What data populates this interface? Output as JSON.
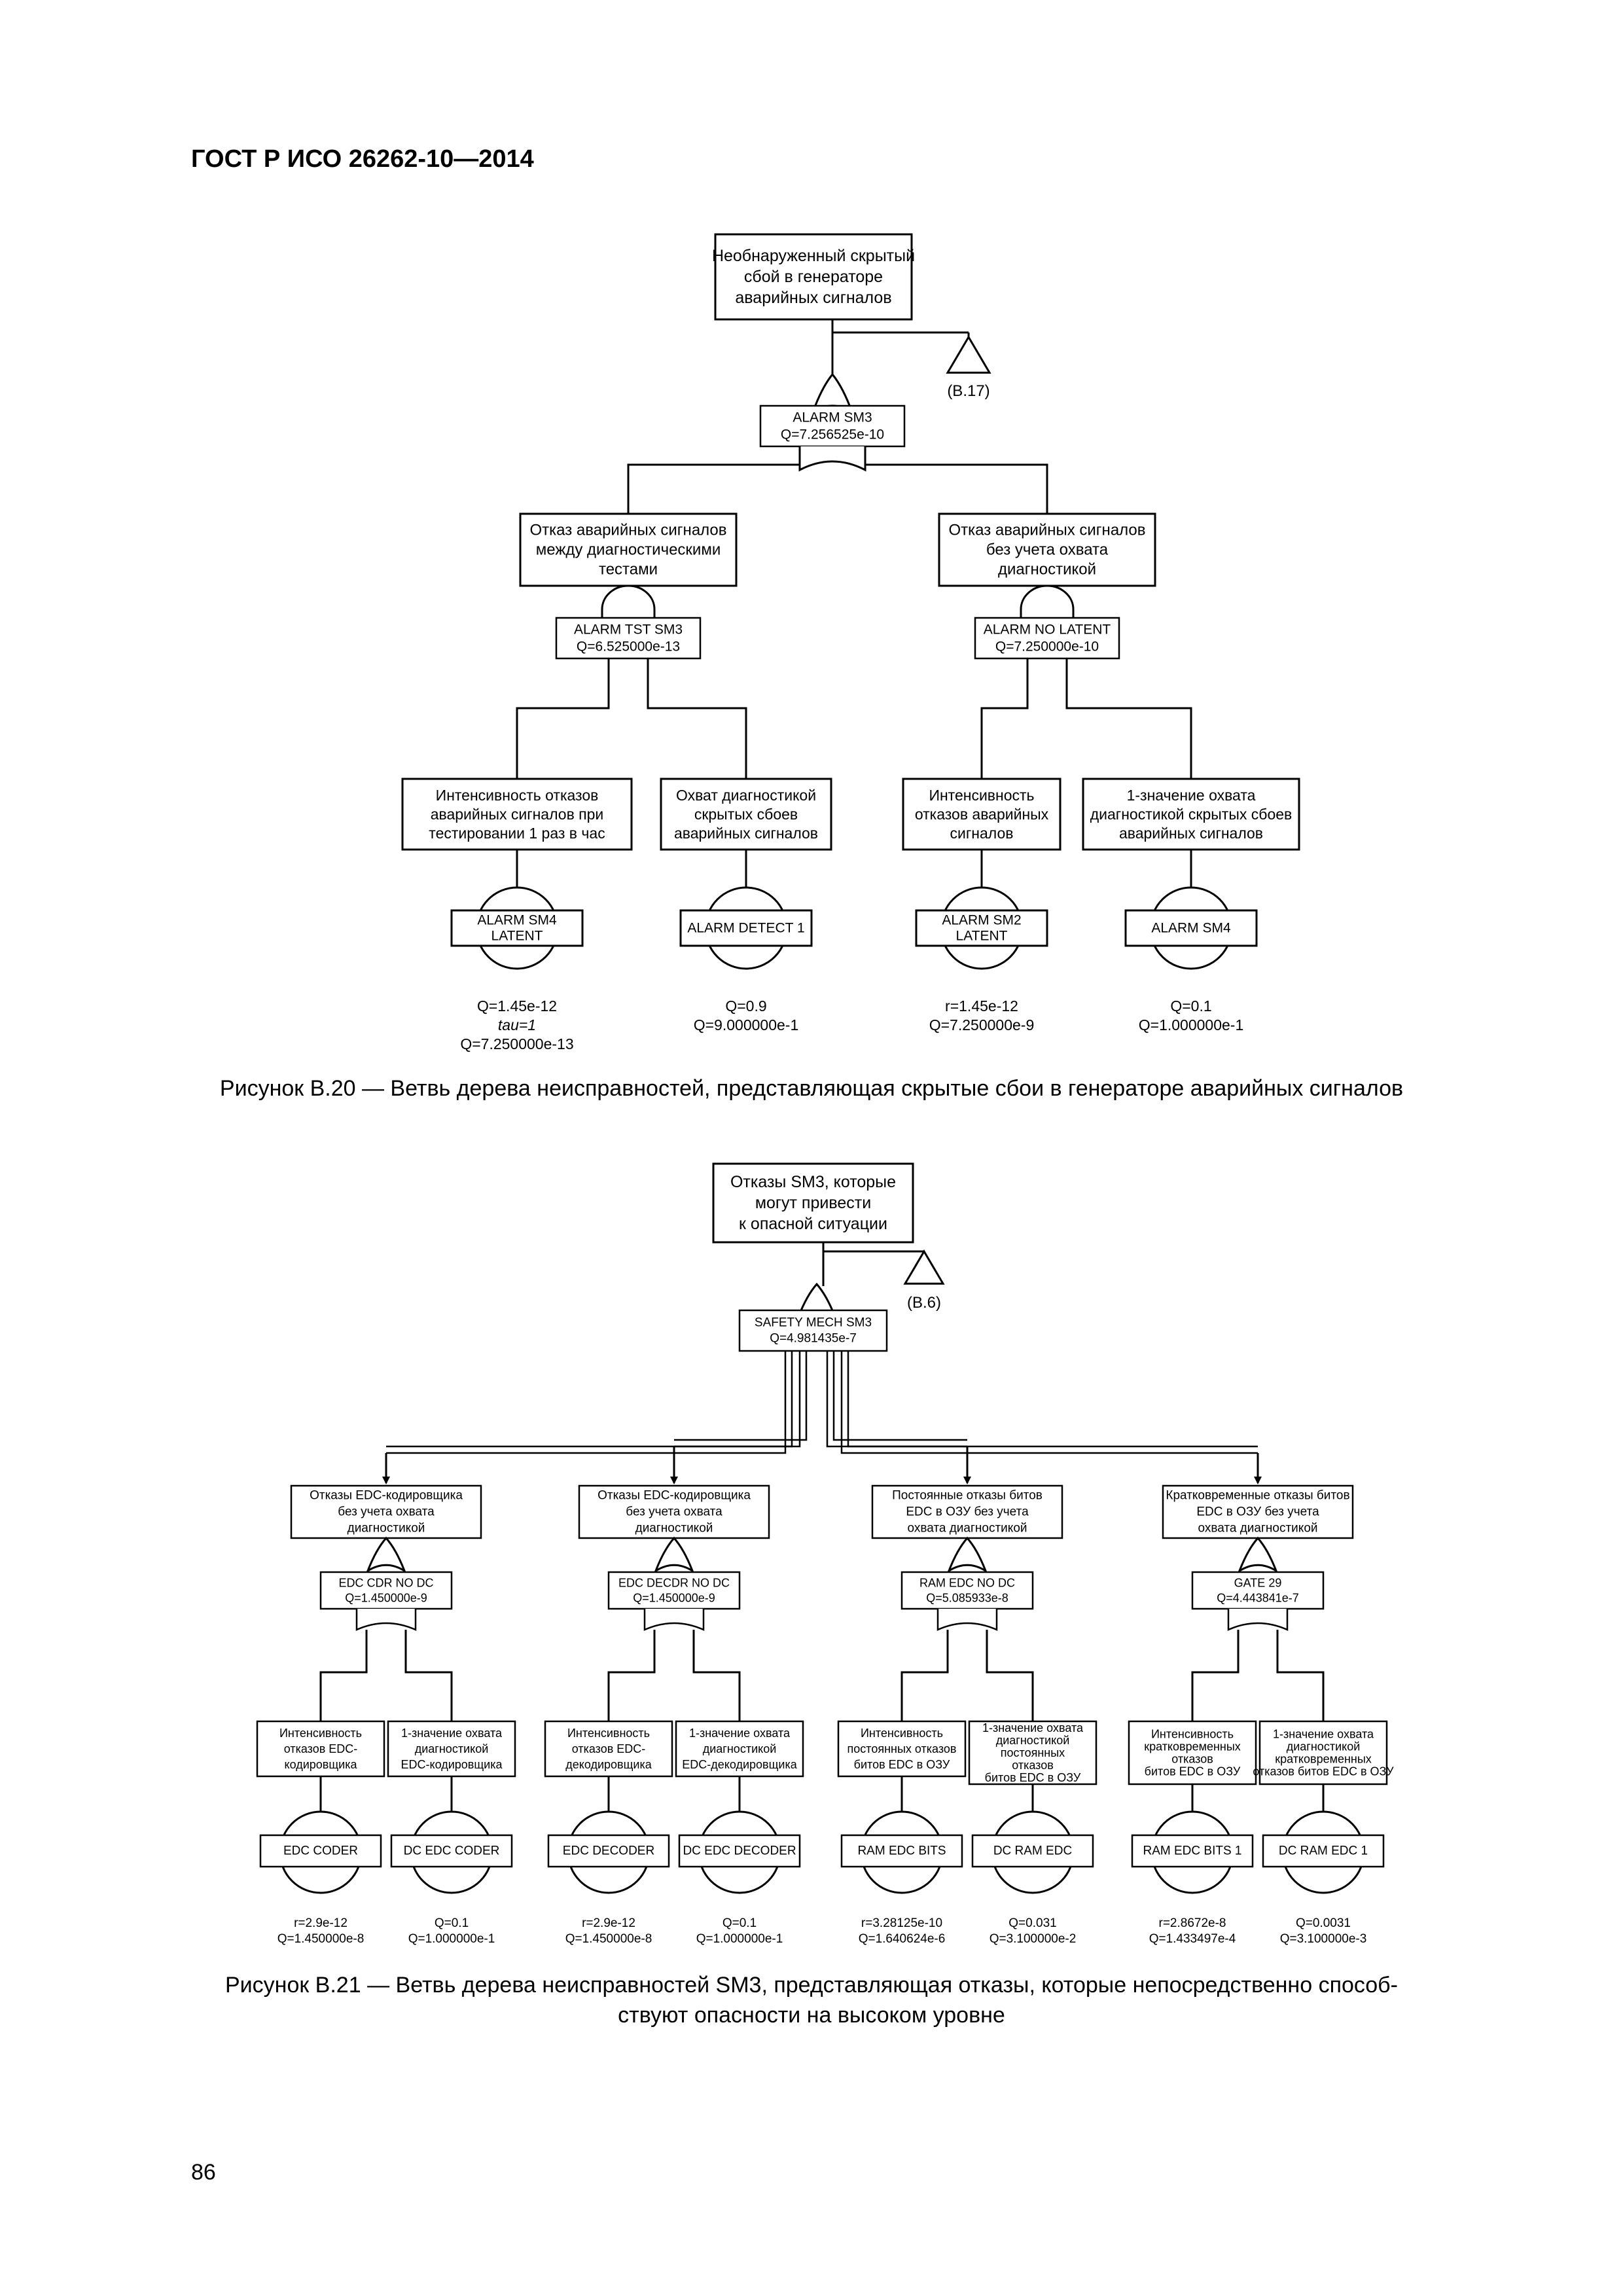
{
  "header": {
    "doc_id": "ГОСТ Р ИСО 26262-10—2014"
  },
  "page_number": "86",
  "figure_b20": {
    "caption": "Рисунок В.20 — Ветвь дерева неисправностей, представляющая скрытые сбои в генераторе аварийных сигналов",
    "top_event": [
      "Необнаруженный скрытый",
      "сбой в генераторе",
      "аварийных сигналов"
    ],
    "transfer": "(B.17)",
    "gate": [
      "ALARM SM3",
      "Q=7.256525e-10"
    ],
    "branches": [
      {
        "event": [
          "Отказ аварийных сигналов",
          "между диагностическими",
          "тестами"
        ],
        "gate": [
          "ALARM TST SM3",
          "Q=6.525000e-13"
        ],
        "leaves": [
          {
            "event": [
              "Интенсивность отказов",
              "аварийных сигналов при",
              "тестировании 1 раз в час"
            ],
            "basic": [
              "ALARM SM4",
              "LATENT"
            ],
            "values": [
              "Q=1.45e-12",
              "tau=1",
              "Q=7.250000e-13"
            ]
          },
          {
            "event": [
              "Охват диагностикой",
              "скрытых сбоев",
              "аварийных сигналов"
            ],
            "basic": [
              "ALARM DETECT 1"
            ],
            "values": [
              "Q=0.9",
              "Q=9.000000e-1"
            ]
          }
        ]
      },
      {
        "event": [
          "Отказ аварийных сигналов",
          "без учета охвата",
          "диагностикой"
        ],
        "gate": [
          "ALARM NO LATENT",
          "Q=7.250000e-10"
        ],
        "leaves": [
          {
            "event": [
              "Интенсивность",
              "отказов аварийных",
              "сигналов"
            ],
            "basic": [
              "ALARM SM2",
              "LATENT"
            ],
            "values": [
              "r=1.45e-12",
              "Q=7.250000e-9"
            ]
          },
          {
            "event": [
              "1-значение охвата",
              "диагностикой скрытых сбоев",
              "аварийных сигналов"
            ],
            "basic": [
              "ALARM SM4"
            ],
            "values": [
              "Q=0.1",
              "Q=1.000000e-1"
            ]
          }
        ]
      }
    ]
  },
  "figure_b21": {
    "caption_line1": "Рисунок В.21 — Ветвь дерева неисправностей SM3, представляющая отказы, которые непосредственно способ-",
    "caption_line2": "ствуют опасности на высоком уровне",
    "top_event": [
      "Отказы SM3, которые",
      "могут привести",
      "к опасной ситуации"
    ],
    "transfer": "(B.6)",
    "gate": [
      "SAFETY MECH SM3",
      "Q=4.981435e-7"
    ],
    "branches": [
      {
        "event": [
          "Отказы EDC-кодировщика",
          "без учета охвата",
          "диагностикой"
        ],
        "gate": [
          "EDC CDR NO DC",
          "Q=1.450000e-9"
        ],
        "leaves": [
          {
            "event": [
              "Интенсивность",
              "отказов EDC-",
              "кодировщика"
            ],
            "basic": "EDC CODER",
            "values": [
              "r=2.9e-12",
              "Q=1.450000e-8"
            ]
          },
          {
            "event": [
              "1-значение охвата",
              "диагностикой",
              "EDC-кодировщика"
            ],
            "basic": "DC EDC CODER",
            "values": [
              "Q=0.1",
              "Q=1.000000e-1"
            ]
          }
        ]
      },
      {
        "event": [
          "Отказы EDC-кодировщика",
          "без учета охвата",
          "диагностикой"
        ],
        "gate": [
          "EDC DECDR NO DC",
          "Q=1.450000e-9"
        ],
        "leaves": [
          {
            "event": [
              "Интенсивность",
              "отказов EDC-",
              "декодировщика"
            ],
            "basic": "EDC DECODER",
            "values": [
              "r=2.9e-12",
              "Q=1.450000e-8"
            ]
          },
          {
            "event": [
              "1-значение охвата",
              "диагностикой",
              "EDC-декодировщика"
            ],
            "basic": "DC EDC DECODER",
            "values": [
              "Q=0.1",
              "Q=1.000000e-1"
            ]
          }
        ]
      },
      {
        "event": [
          "Постоянные отказы битов",
          "EDC в ОЗУ без учета",
          "охвата диагностикой"
        ],
        "gate": [
          "RAM EDC NO DC",
          "Q=5.085933e-8"
        ],
        "leaves": [
          {
            "event": [
              "Интенсивность",
              "постоянных отказов",
              "битов EDC в ОЗУ"
            ],
            "basic": "RAM EDC BITS",
            "values": [
              "r=3.28125e-10",
              "Q=1.640624e-6"
            ]
          },
          {
            "event": [
              "1-значение охвата",
              "диагностикой",
              "постоянных",
              "отказов",
              "битов EDC в ОЗУ"
            ],
            "basic": "DC RAM EDC",
            "values": [
              "Q=0.031",
              "Q=3.100000e-2"
            ]
          }
        ]
      },
      {
        "event": [
          "Кратковременные отказы битов",
          "EDC в ОЗУ без учета",
          "охвата диагностикой"
        ],
        "gate": [
          "GATE 29",
          "Q=4.443841e-7"
        ],
        "leaves": [
          {
            "event": [
              "Интенсивность",
              "кратковременных",
              "отказов",
              "битов EDC в ОЗУ"
            ],
            "basic": "RAM EDC BITS 1",
            "values": [
              "r=2.8672e-8",
              "Q=1.433497e-4"
            ]
          },
          {
            "event": [
              "1-значение охвата",
              "диагностикой",
              "кратковременных",
              "отказов битов EDC в ОЗУ"
            ],
            "basic": "DC RAM EDC 1",
            "values": [
              "Q=0.0031",
              "Q=3.100000e-3"
            ]
          }
        ]
      }
    ]
  }
}
